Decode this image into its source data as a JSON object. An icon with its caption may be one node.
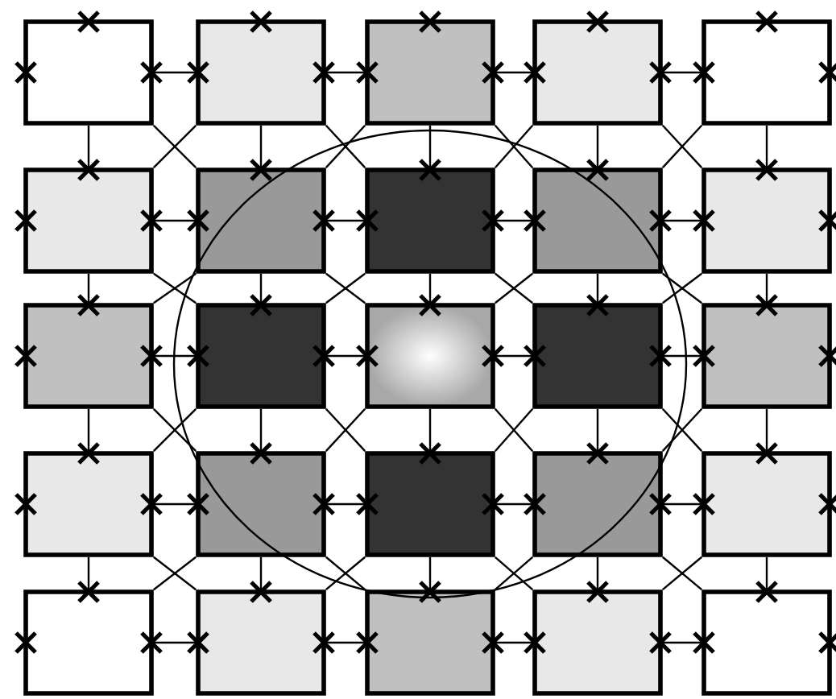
{
  "diagram": {
    "nodes": [
      {
        "text": [],
        "shape": "box"
      },
      {
        "text": [],
        "shape": "box"
      },
      {
        "text": [],
        "shape": "box"
      },
      {
        "text": [],
        "shape": "box"
      },
      {
        "text": [],
        "shape": "box"
      },
      {
        "text": [],
        "shape": "box"
      },
      {
        "text": [],
        "shape": "box"
      },
      {
        "text": [],
        "shape": "box"
      },
      {
        "text": [],
        "shape": "box"
      },
      {
        "text": [],
        "shape": "box"
      },
      {
        "text": [],
        "shape": "box"
      },
      {
        "text": [],
        "shape": "box"
      },
      {
        "text": [],
        "shape": "box"
      },
      {
        "text": [],
        "shape": "box"
      },
      {
        "text": [],
        "shape": "box"
      },
      {
        "text": [],
        "shape": "box"
      },
      {
        "text": [],
        "shape": "box"
      },
      {
        "text": [],
        "shape": "box"
      },
      {
        "text": [],
        "shape": "box"
      },
      {
        "text": [],
        "shape": "box"
      },
      {
        "text": [],
        "shape": "box"
      },
      {
        "text": [],
        "shape": "box"
      },
      {
        "text": [],
        "shape": "box"
      },
      {
        "text": [],
        "shape": "box"
      },
      {
        "text": [],
        "shape": "box"
      }
    ],
    "edges": [
      {
        "from": 0,
        "to": 1,
        "arrow": "none"
      },
      {
        "from": 1,
        "to": 2,
        "arrow": "none"
      },
      {
        "from": 2,
        "to": 3,
        "arrow": "none"
      },
      {
        "from": 3,
        "to": 4,
        "arrow": "none"
      },
      {
        "from": 5,
        "to": 6,
        "arrow": "none"
      },
      {
        "from": 6,
        "to": 7,
        "arrow": "none"
      },
      {
        "from": 7,
        "to": 8,
        "arrow": "none"
      },
      {
        "from": 8,
        "to": 9,
        "arrow": "none"
      },
      {
        "from": 10,
        "to": 11,
        "arrow": "none"
      },
      {
        "from": 11,
        "to": 12,
        "arrow": "none"
      },
      {
        "from": 12,
        "to": 13,
        "arrow": "none"
      },
      {
        "from": 13,
        "to": 14,
        "arrow": "none"
      },
      {
        "from": 15,
        "to": 16,
        "arrow": "none"
      },
      {
        "from": 16,
        "to": 17,
        "arrow": "none"
      },
      {
        "from": 17,
        "to": 18,
        "arrow": "none"
      },
      {
        "from": 18,
        "to": 19,
        "arrow": "none"
      },
      {
        "from": 20,
        "to": 21,
        "arrow": "none"
      },
      {
        "from": 21,
        "to": 22,
        "arrow": "none"
      },
      {
        "from": 22,
        "to": 23,
        "arrow": "none"
      },
      {
        "from": 23,
        "to": 24,
        "arrow": "none"
      },
      {
        "from": 0,
        "to": 5,
        "arrow": "none"
      },
      {
        "from": 1,
        "to": 6,
        "arrow": "none"
      },
      {
        "from": 2,
        "to": 7,
        "arrow": "none"
      },
      {
        "from": 3,
        "to": 8,
        "arrow": "none"
      },
      {
        "from": 4,
        "to": 9,
        "arrow": "none"
      },
      {
        "from": 5,
        "to": 10,
        "arrow": "none"
      },
      {
        "from": 6,
        "to": 11,
        "arrow": "none"
      },
      {
        "from": 7,
        "to": 12,
        "arrow": "none"
      },
      {
        "from": 8,
        "to": 13,
        "arrow": "none"
      },
      {
        "from": 9,
        "to": 14,
        "arrow": "none"
      },
      {
        "from": 10,
        "to": 15,
        "arrow": "none"
      },
      {
        "from": 11,
        "to": 16,
        "arrow": "none"
      },
      {
        "from": 12,
        "to": 17,
        "arrow": "none"
      },
      {
        "from": 13,
        "to": 18,
        "arrow": "none"
      },
      {
        "from": 14,
        "to": 19,
        "arrow": "none"
      },
      {
        "from": 15,
        "to": 20,
        "arrow": "none"
      },
      {
        "from": 16,
        "to": 21,
        "arrow": "none"
      },
      {
        "from": 17,
        "to": 22,
        "arrow": "none"
      },
      {
        "from": 18,
        "to": 23,
        "arrow": "none"
      },
      {
        "from": 19,
        "to": 24,
        "arrow": "none"
      },
      {
        "from": 0,
        "to": 6,
        "arrow": "none"
      },
      {
        "from": 1,
        "to": 5,
        "arrow": "none"
      },
      {
        "from": 1,
        "to": 7,
        "arrow": "none"
      },
      {
        "from": 2,
        "to": 6,
        "arrow": "none"
      },
      {
        "from": 2,
        "to": 8,
        "arrow": "none"
      },
      {
        "from": 3,
        "to": 7,
        "arrow": "none"
      },
      {
        "from": 3,
        "to": 9,
        "arrow": "none"
      },
      {
        "from": 4,
        "to": 8,
        "arrow": "none"
      },
      {
        "from": 5,
        "to": 11,
        "arrow": "none"
      },
      {
        "from": 6,
        "to": 10,
        "arrow": "none"
      },
      {
        "from": 6,
        "to": 12,
        "arrow": "none"
      },
      {
        "from": 7,
        "to": 11,
        "arrow": "none"
      },
      {
        "from": 7,
        "to": 13,
        "arrow": "none"
      },
      {
        "from": 8,
        "to": 12,
        "arrow": "none"
      },
      {
        "from": 8,
        "to": 14,
        "arrow": "none"
      },
      {
        "from": 9,
        "to": 13,
        "arrow": "none"
      },
      {
        "from": 10,
        "to": 16,
        "arrow": "none"
      },
      {
        "from": 11,
        "to": 15,
        "arrow": "none"
      },
      {
        "from": 11,
        "to": 17,
        "arrow": "none"
      },
      {
        "from": 12,
        "to": 16,
        "arrow": "none"
      },
      {
        "from": 12,
        "to": 18,
        "arrow": "none"
      },
      {
        "from": 13,
        "to": 17,
        "arrow": "none"
      },
      {
        "from": 13,
        "to": 19,
        "arrow": "none"
      },
      {
        "from": 14,
        "to": 18,
        "arrow": "none"
      },
      {
        "from": 15,
        "to": 21,
        "arrow": "none"
      },
      {
        "from": 16,
        "to": 20,
        "arrow": "none"
      },
      {
        "from": 16,
        "to": 22,
        "arrow": "none"
      },
      {
        "from": 17,
        "to": 21,
        "arrow": "none"
      },
      {
        "from": 17,
        "to": 23,
        "arrow": "none"
      },
      {
        "from": 18,
        "to": 22,
        "arrow": "none"
      },
      {
        "from": 18,
        "to": 24,
        "arrow": "none"
      },
      {
        "from": 19,
        "to": 23,
        "arrow": "none"
      }
    ]
  }
}
